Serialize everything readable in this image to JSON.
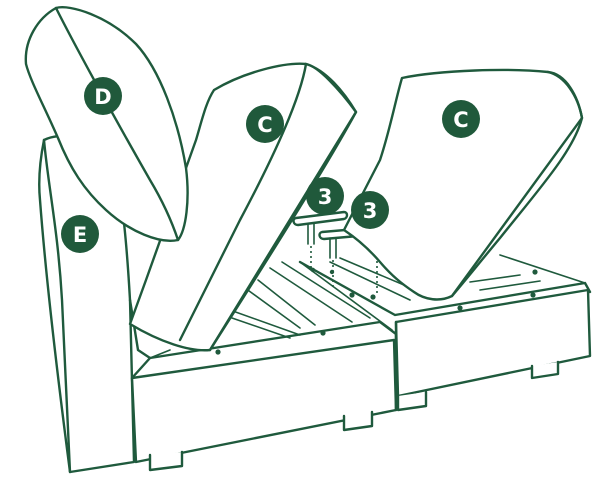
{
  "colors": {
    "ink": "#1f5a3d",
    "badge": "#20593b",
    "badge_text": "#ffffff",
    "background": "#ffffff"
  },
  "callouts": [
    {
      "id": "D",
      "label": "D",
      "part": "back-cushion"
    },
    {
      "id": "C1",
      "label": "C",
      "part": "seat-cushion-left"
    },
    {
      "id": "C2",
      "label": "C",
      "part": "seat-cushion-right"
    },
    {
      "id": "E",
      "label": "E",
      "part": "armrest"
    },
    {
      "id": "H1",
      "label": "3",
      "part": "connector-pin-left"
    },
    {
      "id": "H2",
      "label": "3",
      "part": "connector-pin-right"
    }
  ]
}
